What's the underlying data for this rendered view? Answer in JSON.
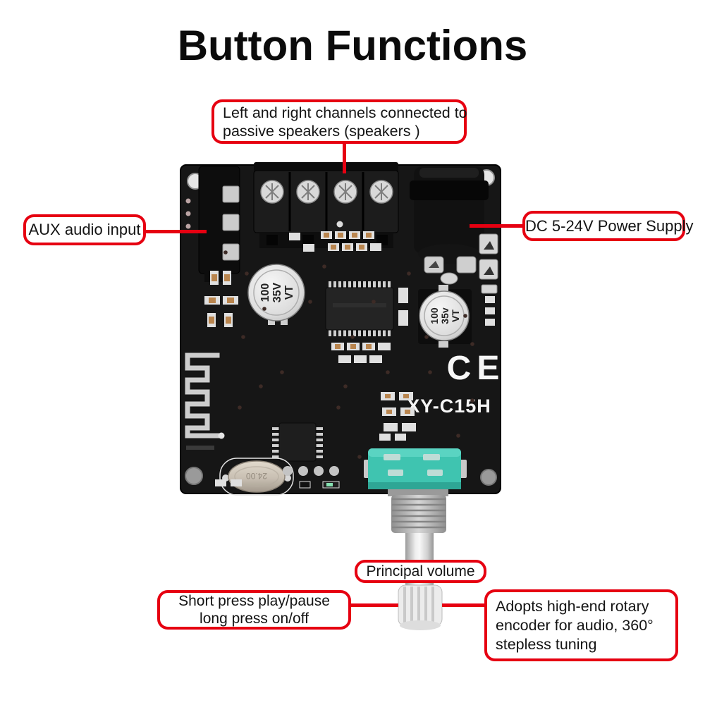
{
  "title": "Button Functions",
  "colors": {
    "accent_red": "#e60011",
    "board_black": "#161616",
    "pot_teal": "#3fc4b0",
    "metal_silver": "#d9d9d9"
  },
  "callouts": {
    "speakers": {
      "lines": [
        "Left and right channels connected to",
        "passive speakers (speakers )"
      ]
    },
    "aux": {
      "label": "AUX audio input"
    },
    "power": {
      "label": "DC 5-24V Power Supply"
    },
    "volume": {
      "label": "Principal volume"
    },
    "play": {
      "lines": [
        "Short press play/pause",
        "long press on/off"
      ]
    },
    "encoder": {
      "lines": [
        "Adopts high-end rotary",
        "encoder for audio, 360°",
        "stepless tuning"
      ]
    }
  },
  "board": {
    "model": "XY-C15H",
    "certification": "CE",
    "capacitor_large": {
      "l1": "100",
      "l2": "35V",
      "l3": "VT"
    },
    "capacitor_small": {
      "l1": "100",
      "l2": "35v",
      "l3": "VT"
    },
    "crystal_marking": "24.00"
  }
}
